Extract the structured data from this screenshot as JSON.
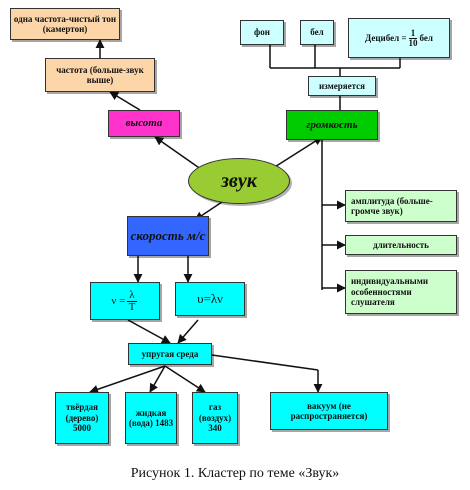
{
  "nodes": {
    "center": "звук",
    "height": "высота",
    "frequency": "частота (больше-звук выше)",
    "pure_tone": "одна частота-чистый тон (камертон)",
    "loudness": "громкость",
    "measured": "измеряется",
    "phon": "фон",
    "bel": "бел",
    "decibel_prefix": "Децибел =",
    "decibel_num": "1",
    "decibel_den": "10",
    "decibel_suffix": "бел",
    "amplitude": "амплитуда (больше-громче звук)",
    "duration": "длительность",
    "individual": "индивидуальными особенностями слушателя",
    "speed": "скорость м/с",
    "formula1_left": "ν =",
    "formula1_num": "λ",
    "formula1_den": "T",
    "formula2": "υ=λν",
    "elastic_medium": "упругая среда",
    "solid": "твёрдая (дерево) 5000",
    "liquid": "жидкая (вода) 1483",
    "gas": "газ (воздух) 340",
    "vacuum": "вакуум (не распространяется)"
  },
  "caption": "Рисунок 1. Кластер по теме «Звук»",
  "colors": {
    "orange": "#fcd5a8",
    "magenta": "#ff33cc",
    "green": "#00cc00",
    "ellipse": "#99cc33",
    "blue": "#3366ff",
    "cyan": "#00ffff",
    "light_cyan": "#ccffff",
    "light_green": "#ccffcc"
  }
}
